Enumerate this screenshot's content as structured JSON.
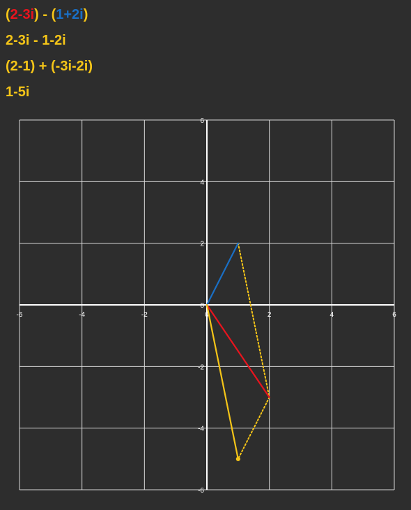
{
  "expressions": {
    "line1": {
      "open1": "(",
      "a": "2-3i",
      "close1_op_open2": ") - (",
      "b": "1+2i",
      "close2": ")"
    },
    "line2": "2-3i - 1-2i",
    "line3": "(2-1) + (-3i-2i)",
    "line4": "1-5i"
  },
  "colors": {
    "background": "#2d2d2d",
    "text_yellow": "#f5c518",
    "red": "#e8141e",
    "blue": "#1a6fc4",
    "grid": "#d8d8d8",
    "axis": "#ffffff"
  },
  "chart_data": {
    "type": "vector_diagram",
    "xlim": [
      -6,
      6
    ],
    "ylim": [
      -6,
      6
    ],
    "grid": true,
    "x_ticks": [
      -6,
      -4,
      -2,
      0,
      2,
      4,
      6
    ],
    "y_ticks": [
      -6,
      -4,
      -2,
      0,
      2,
      4,
      6
    ],
    "x_tick_labels": [
      "-6",
      "-4",
      "-2",
      "0",
      "2",
      "4",
      "6"
    ],
    "y_tick_labels": [
      "-6",
      "-4",
      "-2",
      "0",
      "2",
      "4",
      "6"
    ],
    "vectors": [
      {
        "id": "a",
        "from": [
          0,
          0
        ],
        "to": [
          2,
          -3
        ],
        "color": "red",
        "style": "solid"
      },
      {
        "id": "b",
        "from": [
          0,
          0
        ],
        "to": [
          1,
          2
        ],
        "color": "blue",
        "style": "solid"
      },
      {
        "id": "result",
        "from": [
          0,
          0
        ],
        "to": [
          1,
          -5
        ],
        "color": "yellow",
        "style": "solid",
        "endpoint_dot": true
      }
    ],
    "guides": [
      {
        "from": [
          1,
          2
        ],
        "to": [
          2,
          -3
        ],
        "color": "yellow",
        "style": "dotted"
      },
      {
        "from": [
          2,
          -3
        ],
        "to": [
          1,
          -5
        ],
        "color": "yellow",
        "style": "dotted",
        "endpoint_dot": true
      }
    ]
  }
}
